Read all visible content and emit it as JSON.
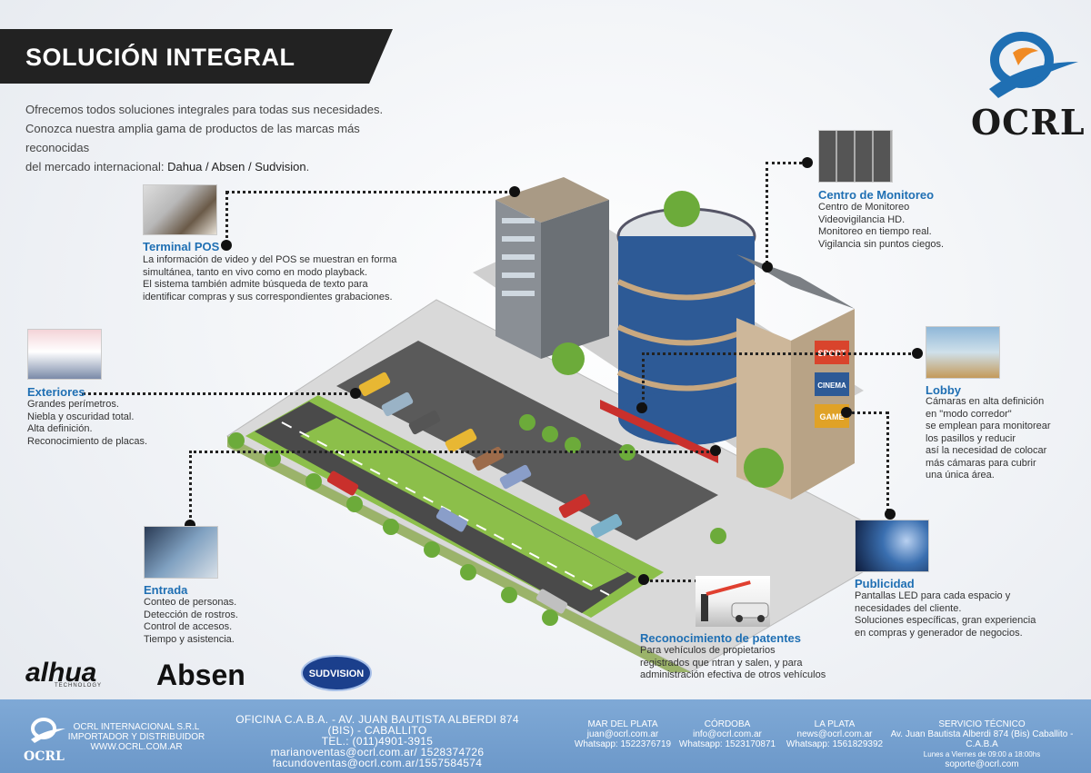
{
  "header": {
    "title": "SOLUCIÓN INTEGRAL",
    "intro_line1": "Ofrecemos todos soluciones integrales para todas sus necesidades.",
    "intro_line2": "Conozca nuestra amplia gama de productos de las marcas más reconocidas",
    "intro_line3_prefix": "del mercado internacional: ",
    "intro_brands": "Dahua / Absen / Sudvision",
    "intro_suffix": "."
  },
  "logo": {
    "text": "OCRL",
    "accent": "#1f6fb3",
    "orange": "#f08a24"
  },
  "features": {
    "pos": {
      "title": "Terminal POS",
      "lines": [
        "La información de video y del POS se muestran en forma",
        "simultánea, tanto en vivo como en modo playback.",
        "El sistema también admite búsqueda de texto para",
        "identificar compras y sus correspondientes grabaciones."
      ]
    },
    "monitoreo": {
      "title": "Centro de Monitoreo",
      "lines": [
        "Centro de Monitoreo",
        "Videovigilancia HD.",
        "Monitoreo en tiempo real.",
        "Vigilancia sin puntos ciegos."
      ]
    },
    "exteriores": {
      "title": "Exteriores",
      "lines": [
        "Grandes perímetros.",
        "Niebla y oscuridad total.",
        "Alta definición.",
        "Reconocimiento de placas."
      ]
    },
    "lobby": {
      "title": "Lobby",
      "lines": [
        "Cámaras en alta definición",
        "en \"modo corredor\"",
        "se emplean para monitorear",
        "los pasillos y reducir",
        "así la necesidad de colocar",
        "más cámaras para cubrir",
        "una única área."
      ]
    },
    "entrada": {
      "title": "Entrada",
      "lines": [
        "Conteo de personas.",
        "Detección de rostros.",
        "Control de accesos.",
        "Tiempo y asistencia."
      ]
    },
    "publicidad": {
      "title": "Publicidad",
      "lines": [
        "Pantallas LED para cada espacio y",
        "necesidades del cliente.",
        "Soluciones específicas, gran experiencia",
        "en compras y generador de negocios."
      ]
    },
    "patentes": {
      "title": "Reconocimiento de patentes",
      "lines": [
        "Para vehículos de propietarios",
        "registrados que ntran y salen, y para",
        "administración efectiva de otros vehículos"
      ]
    }
  },
  "signs": {
    "s1": "SPORT",
    "s2": "CINEMA",
    "s3": "GAME"
  },
  "brands": {
    "dahua": "alhua",
    "dahua_sub": "TECHNOLOGY",
    "absen": "Absen",
    "sudvision": "SUDVISION"
  },
  "footer": {
    "company_line1": "OCRL INTERNACIONAL S.R.L",
    "company_line2": "IMPORTADOR Y DISTRIBUIDOR",
    "company_line3": "WWW.OCRL.COM.AR",
    "logo_text": "OCRL",
    "office_line1": "OFICINA C.A.B.A. - AV. JUAN BAUTISTA ALBERDI 874 (BIS) - CABALLITO",
    "office_line2": "TEL.: (011)4901-3915",
    "office_line3": "marianoventas@ocrl.com.ar/ 1528374726",
    "office_line4": "facundoventas@ocrl.com.ar/1557584574",
    "mdp_title": "MAR DEL PLATA",
    "mdp_email": "juan@ocrl.com.ar",
    "mdp_phone": "Whatsapp: 1522376719",
    "cba_title": "CÓRDOBA",
    "cba_email": "info@ocrl.com.ar",
    "cba_phone": "Whatsapp: 1523170871",
    "lp_title": "LA PLATA",
    "lp_email": "news@ocrl.com.ar",
    "lp_phone": "Whatsapp: 1561829392",
    "st_title": "SERVICIO TÉCNICO",
    "st_address": "Av. Juan Bautista Alberdi 874 (Bis) Caballito - C.A.B.A",
    "st_hours": "Lunes a Viernes de 09:00 a 18:00hs",
    "st_email": "soporte@ocrl.com"
  }
}
